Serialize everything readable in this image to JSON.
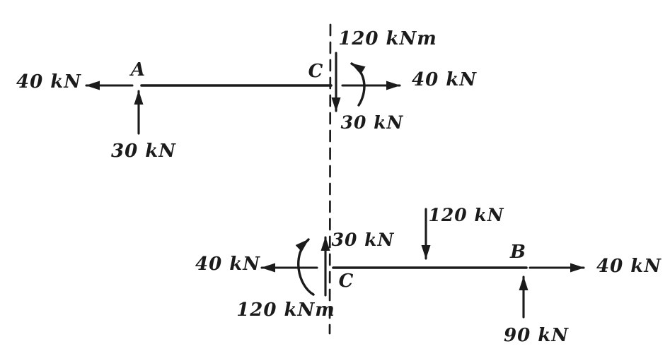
{
  "figure": {
    "kind": "hand-drawn free-body diagrams of a beam cut at section C",
    "ink_color": "#1b1b1b",
    "background_color": "#ffffff",
    "top_fbd": {
      "left_force": "40 kN",
      "point_a": "A",
      "reaction_at_a": "30 kN",
      "point_c": "C",
      "moment_at_c": "120 kNm",
      "shear_at_c": "30 kN",
      "right_force": "40 kN"
    },
    "bottom_fbd": {
      "left_force": "40 kN",
      "moment_at_c": "120 kNm",
      "shear_at_c": "30 kN",
      "point_c": "C",
      "applied_load": "120 kN",
      "point_b": "B",
      "reaction_at_b": "90 kN",
      "right_force": "40 kN"
    }
  }
}
